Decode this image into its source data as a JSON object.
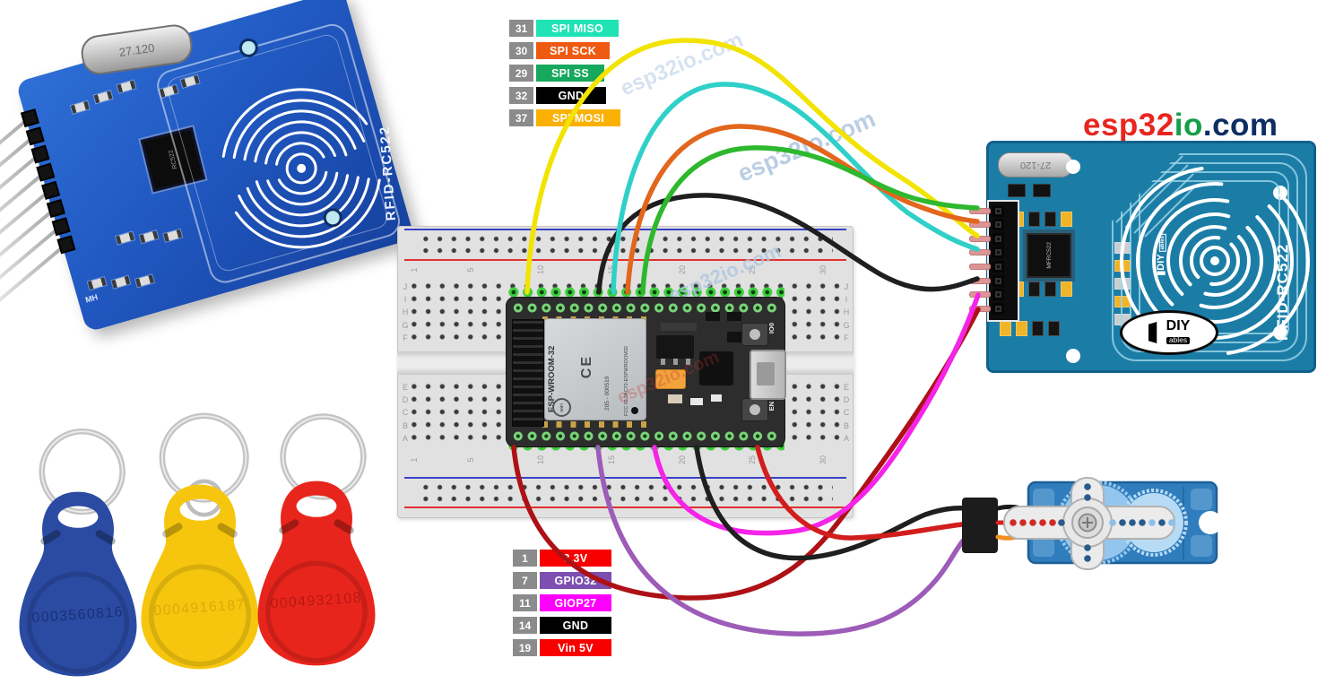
{
  "branding": {
    "logo_part1": "esp32",
    "logo_part2": "io",
    "logo_part3": ".com",
    "logo_color1": "#e8251f",
    "logo_color2": "#169e49",
    "logo_color3": "#0d2d63"
  },
  "watermarks": {
    "text": "esp32io.com",
    "color": "#aec6e0"
  },
  "top_pin_labels": [
    {
      "pin": "31",
      "label": "SPI MISO",
      "color": "#1fe3b5"
    },
    {
      "pin": "30",
      "label": "SPI SCK",
      "color": "#ef5a12"
    },
    {
      "pin": "29",
      "label": "SPI SS",
      "color": "#16a85c"
    },
    {
      "pin": "32",
      "label": "GND",
      "color": "#000000"
    },
    {
      "pin": "37",
      "label": "SPI MOSI",
      "color": "#fbb103"
    }
  ],
  "bottom_pin_labels": [
    {
      "pin": "1",
      "label": "3.3V",
      "color": "#f80000"
    },
    {
      "pin": "7",
      "label": "GPIO32",
      "color": "#7c4fb0"
    },
    {
      "pin": "11",
      "label": "GIOP27",
      "color": "#ff00ff"
    },
    {
      "pin": "14",
      "label": "GND",
      "color": "#000000"
    },
    {
      "pin": "19",
      "label": "Vin 5V",
      "color": "#f80000"
    }
  ],
  "wires": {
    "spi_miso": "#2fd0c8",
    "spi_sck": "#e2661c",
    "spi_ss": "#2db82d",
    "gnd_top": "#1f1f1f",
    "spi_mosi": "#f2e300",
    "v33": "#ad1116",
    "gpio32": "#9d5cb8",
    "giop27": "#f524e8",
    "gnd_bottom": "#1f1f1f",
    "vin5v": "#d21d1d",
    "servo_black": "#1a1a1a",
    "servo_red": "#d42020",
    "servo_orange": "#f09020"
  },
  "breadboard": {
    "column_numbers": [
      "1",
      "5",
      "10",
      "15",
      "20",
      "25",
      "30"
    ],
    "row_letters_top": [
      "J",
      "I",
      "H",
      "G",
      "F"
    ],
    "row_letters_bottom": [
      "E",
      "D",
      "C",
      "B",
      "A"
    ]
  },
  "esp32_board": {
    "module_name": "ESP-WROOM-32",
    "cert_number": "205 - 000519",
    "fcc_text": "FCC ID:2AC72-ESPWROOM32",
    "ce_mark": "CE",
    "wifi_mark": "WiFi",
    "button_boot": "IO0",
    "button_enable": "EN"
  },
  "rfid_reader_photo": {
    "silkscreen": "RFID-RC522",
    "crystal_label": "27.120",
    "chip_label": "RC522",
    "corner_label": "MH"
  },
  "rfid_reader_diagram": {
    "silkscreen": "RFID-RC522",
    "crystal_label": "27-120",
    "chip_label": "MFRC522",
    "logo_main": "DIY",
    "logo_sub": "ables",
    "logo_small_main": "DIY",
    "logo_small_sub": "ables"
  },
  "keyfobs": [
    {
      "color_name": "blue",
      "number": "0003560816",
      "color": "#2b4ba3",
      "edge": "#1c3480",
      "number_color": "#0d1e5e"
    },
    {
      "color_name": "yellow",
      "number": "0004916187",
      "color": "#f6c60e",
      "edge": "#d8a400",
      "number_color": "#b8860b"
    },
    {
      "color_name": "red",
      "number": "0004932108",
      "color": "#e8251c",
      "edge": "#bc140f",
      "number_color": "#8f0f0c"
    }
  ]
}
